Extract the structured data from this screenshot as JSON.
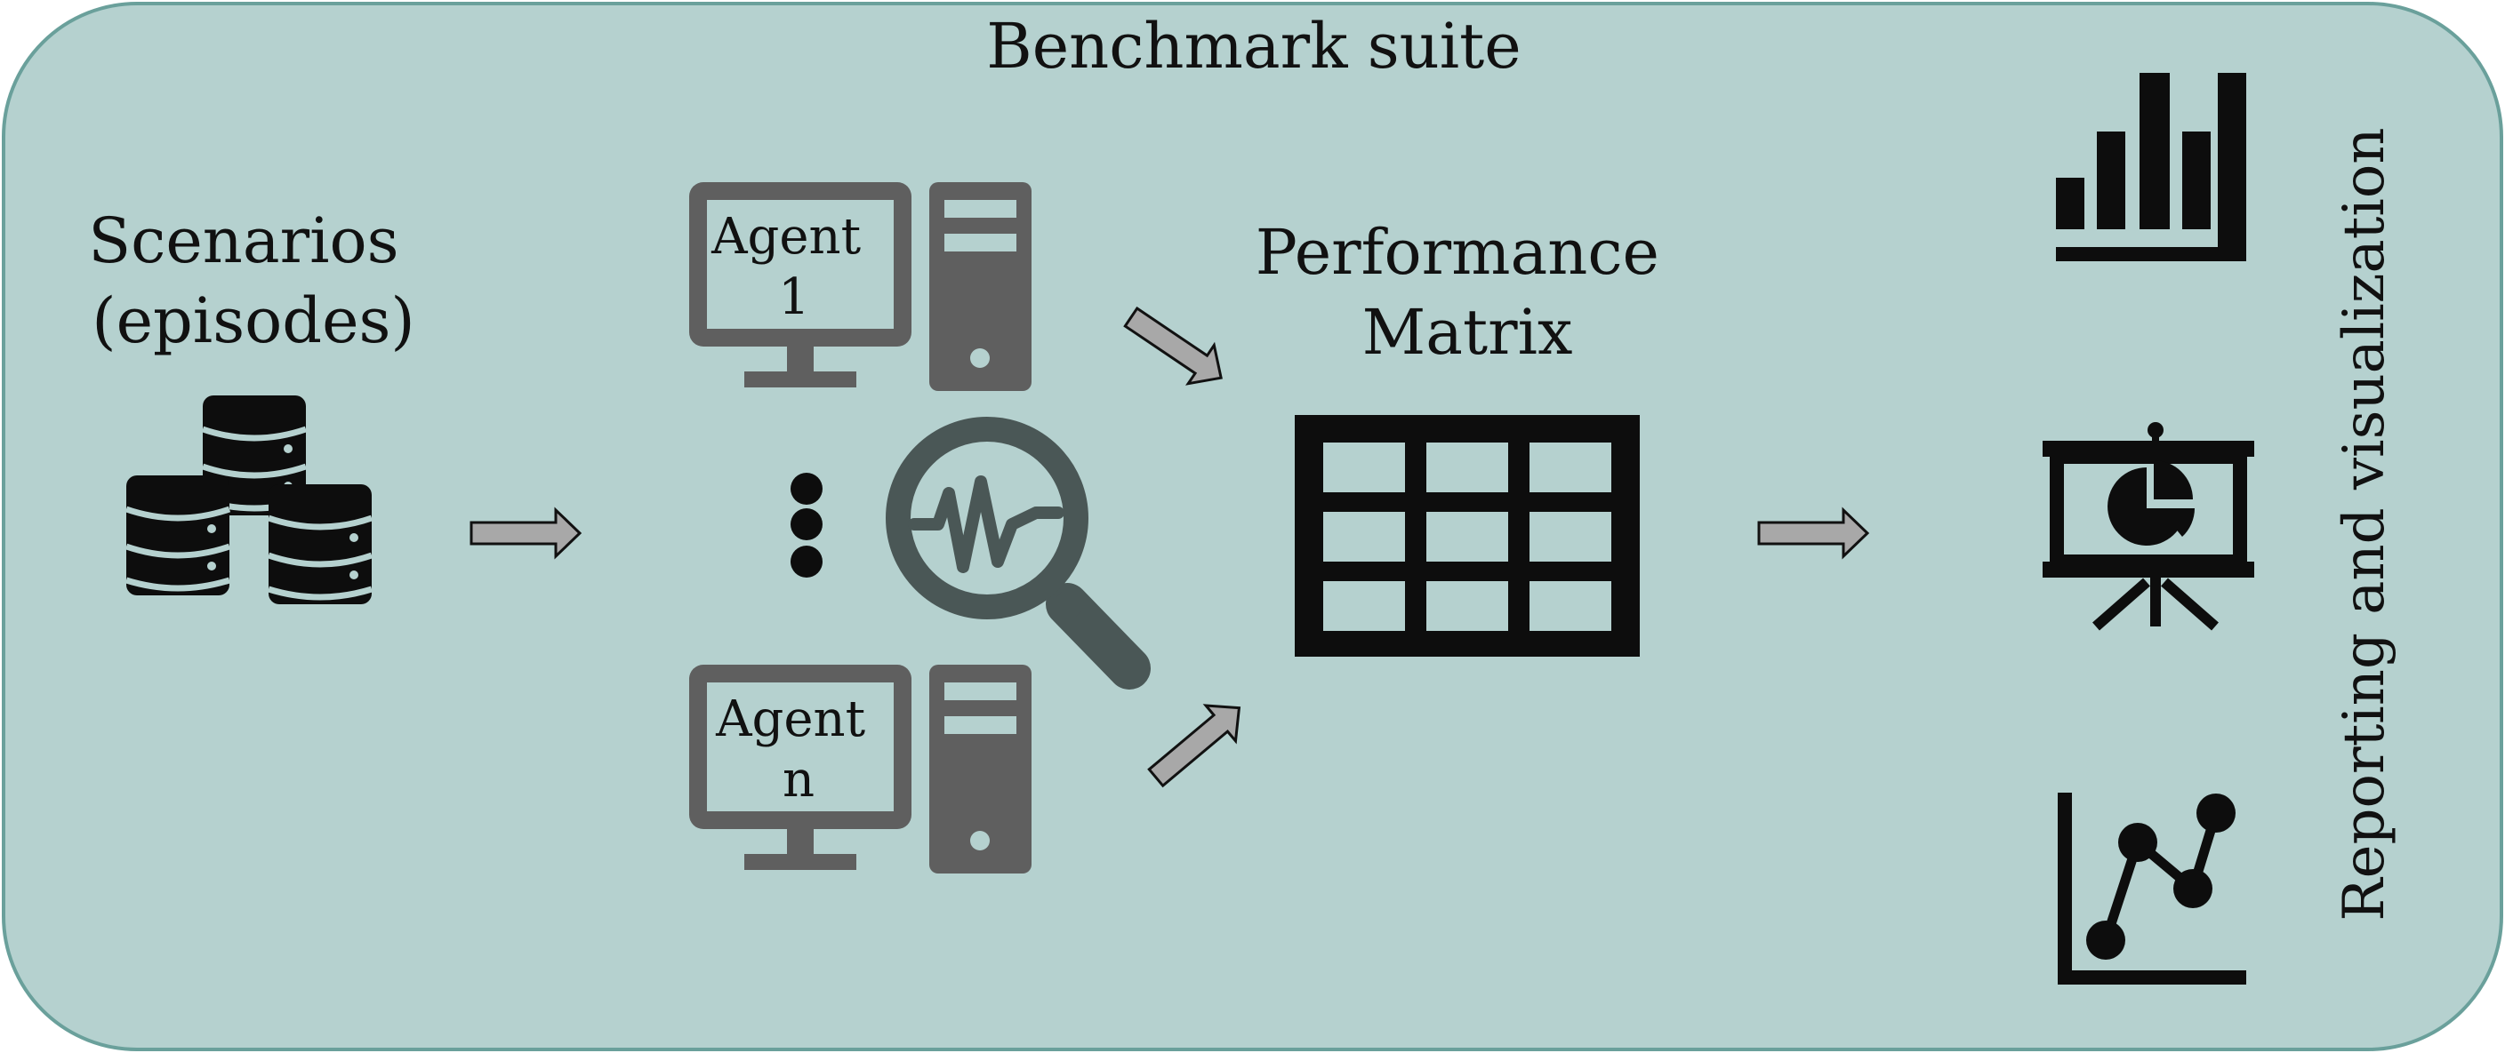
{
  "suite": {
    "title": "Benchmark suite"
  },
  "scenarios": {
    "line1": "Scenarios",
    "line2": "(episodes)"
  },
  "agents": [
    {
      "line1": "Agent",
      "line2": "1"
    },
    {
      "line1": "Agent",
      "line2": "n"
    }
  ],
  "matrix": {
    "line1": "Performance",
    "line2": "Matrix"
  },
  "reporting": {
    "label": "Reporting and visualization"
  },
  "icons": {
    "database": "database-stack-icon",
    "computer": "desktop-computer-icon",
    "ellipsis": "vertical-ellipsis-icon",
    "monitor": "magnifier-signal-icon",
    "table": "table-grid-icon",
    "bar_chart": "bar-chart-icon",
    "presentation": "presentation-pie-icon",
    "line_chart": "line-chart-icon"
  },
  "colors": {
    "background": "#b5d1cf",
    "border": "#6aa09b",
    "icon_dark": "#0d0d0d",
    "icon_gray": "#5f5f5f",
    "arrow_fill": "#a8a8a8",
    "light_line": "#b5d1cf"
  }
}
